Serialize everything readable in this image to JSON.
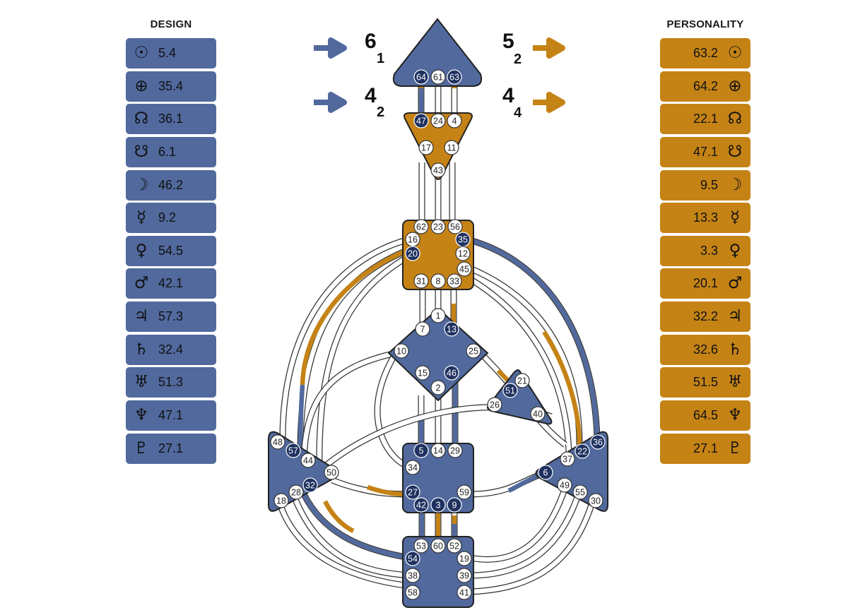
{
  "design": {
    "title": "DESIGN",
    "color": "#51699d",
    "profile": {
      "top": "6",
      "top_sub": "1",
      "bottom": "4",
      "bottom_sub": "2"
    },
    "planets": [
      {
        "icon": "sun-icon",
        "glyph": "☉",
        "value": "5.4"
      },
      {
        "icon": "earth-icon",
        "glyph": "⊕",
        "value": "35.4"
      },
      {
        "icon": "north-node-icon",
        "glyph": "☊",
        "value": "36.1"
      },
      {
        "icon": "south-node-icon",
        "glyph": "☋",
        "value": "6.1"
      },
      {
        "icon": "moon-icon",
        "glyph": "☽",
        "value": "46.2"
      },
      {
        "icon": "mercury-icon",
        "glyph": "☿",
        "value": "9.2"
      },
      {
        "icon": "venus-icon",
        "glyph": "♀",
        "value": "54.5"
      },
      {
        "icon": "mars-icon",
        "glyph": "♂",
        "value": "42.1"
      },
      {
        "icon": "jupiter-icon",
        "glyph": "♃",
        "value": "57.3"
      },
      {
        "icon": "saturn-icon",
        "glyph": "♄",
        "value": "32.4"
      },
      {
        "icon": "uranus-icon",
        "glyph": "♅",
        "value": "51.3"
      },
      {
        "icon": "neptune-icon",
        "glyph": "♆",
        "value": "47.1"
      },
      {
        "icon": "pluto-icon",
        "glyph": "♇",
        "value": "27.1"
      }
    ]
  },
  "personality": {
    "title": "PERSONALITY",
    "color": "#c58316",
    "profile": {
      "top": "5",
      "top_sub": "2",
      "bottom": "4",
      "bottom_sub": "4"
    },
    "planets": [
      {
        "icon": "sun-icon",
        "glyph": "☉",
        "value": "63.2"
      },
      {
        "icon": "earth-icon",
        "glyph": "⊕",
        "value": "64.2"
      },
      {
        "icon": "north-node-icon",
        "glyph": "☊",
        "value": "22.1"
      },
      {
        "icon": "south-node-icon",
        "glyph": "☋",
        "value": "47.1"
      },
      {
        "icon": "moon-icon",
        "glyph": "☽",
        "value": "9.5"
      },
      {
        "icon": "mercury-icon",
        "glyph": "☿",
        "value": "13.3"
      },
      {
        "icon": "venus-icon",
        "glyph": "♀",
        "value": "3.3"
      },
      {
        "icon": "mars-icon",
        "glyph": "♂",
        "value": "20.1"
      },
      {
        "icon": "jupiter-icon",
        "glyph": "♃",
        "value": "32.2"
      },
      {
        "icon": "saturn-icon",
        "glyph": "♄",
        "value": "32.6"
      },
      {
        "icon": "uranus-icon",
        "glyph": "♅",
        "value": "51.5"
      },
      {
        "icon": "neptune-icon",
        "glyph": "♆",
        "value": "64.5"
      },
      {
        "icon": "pluto-icon",
        "glyph": "♇",
        "value": "27.1"
      }
    ]
  },
  "colors": {
    "design": "#51699d",
    "personality": "#c58316",
    "gate_active": "#1f3160"
  },
  "bodygraph": {
    "active_gates": [
      64,
      63,
      47,
      35,
      20,
      13,
      46,
      51,
      57,
      32,
      5,
      27,
      42,
      3,
      9,
      6,
      22,
      36,
      54
    ],
    "centers": [
      {
        "id": "head",
        "name": "head-center",
        "defined": true,
        "gates": [
          64,
          61,
          63
        ]
      },
      {
        "id": "ajna",
        "name": "ajna-center",
        "defined": true,
        "gates": [
          47,
          24,
          4,
          17,
          11,
          43
        ]
      },
      {
        "id": "throat",
        "name": "throat-center",
        "defined": true,
        "gates": [
          62,
          23,
          56,
          16,
          35,
          20,
          12,
          45,
          31,
          8,
          33
        ]
      },
      {
        "id": "g",
        "name": "g-center",
        "defined": true,
        "gates": [
          1,
          7,
          13,
          10,
          25,
          15,
          46,
          2
        ]
      },
      {
        "id": "heart",
        "name": "heart-center",
        "defined": true,
        "gates": [
          21,
          51,
          26,
          40
        ]
      },
      {
        "id": "spleen",
        "name": "spleen-center",
        "defined": true,
        "gates": [
          48,
          57,
          44,
          50,
          28,
          32,
          18
        ]
      },
      {
        "id": "sacral",
        "name": "sacral-center",
        "defined": true,
        "gates": [
          5,
          14,
          29,
          34,
          27,
          59,
          42,
          3,
          9
        ]
      },
      {
        "id": "solarplexus",
        "name": "solar-plexus-center",
        "defined": true,
        "gates": [
          36,
          22,
          37,
          6,
          49,
          55,
          30
        ]
      },
      {
        "id": "root",
        "name": "root-center",
        "defined": true,
        "gates": [
          53,
          60,
          52,
          54,
          19,
          38,
          39,
          58,
          41
        ]
      }
    ]
  }
}
